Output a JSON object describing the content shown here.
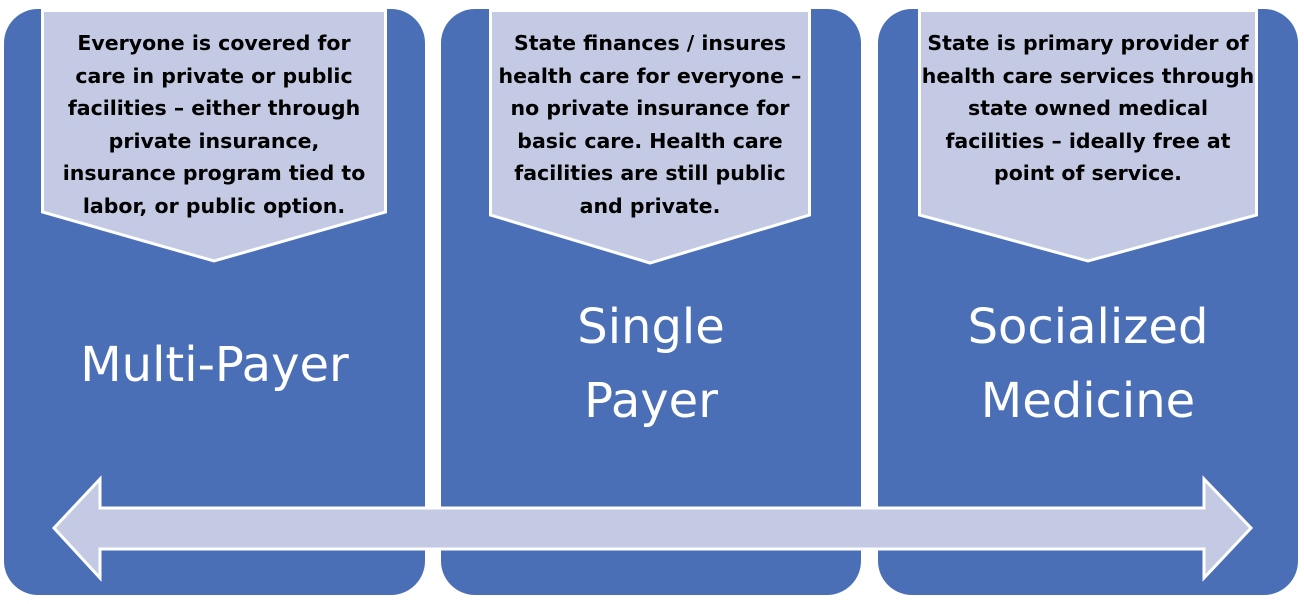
{
  "colors": {
    "panel": "#4a6fb7",
    "callout_fill": "#c4cae4",
    "outline": "#ffffff",
    "title_text": "#ffffff",
    "callout_text": "#000000"
  },
  "models": [
    {
      "title_lines": [
        "Multi-Payer"
      ],
      "description_lines": [
        "Everyone is covered for",
        "care in private or public",
        "facilities – either through",
        "private insurance,",
        "insurance program tied to",
        "labor, or public option."
      ]
    },
    {
      "title_lines": [
        "Single",
        "Payer"
      ],
      "description_lines": [
        "State finances / insures",
        "health care for everyone –",
        "no private insurance for",
        "basic care. Health care",
        "facilities are still public",
        "and private."
      ]
    },
    {
      "title_lines": [
        "Socialized",
        "Medicine"
      ],
      "description_lines": [
        "State is primary provider of",
        "health care services through",
        "state owned medical",
        "facilities – ideally free at",
        "point of service."
      ]
    }
  ],
  "spectrum_arrow": {
    "direction": "bidirectional",
    "icon": "double-headed-arrow"
  }
}
